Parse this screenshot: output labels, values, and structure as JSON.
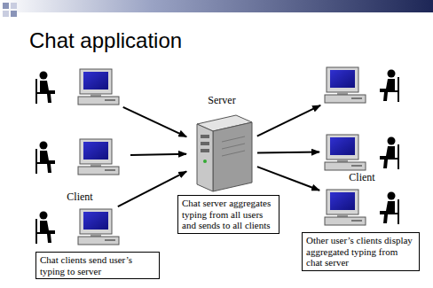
{
  "diagram": {
    "title": "Chat application",
    "nodes": [
      {
        "text": []
      },
      {
        "text": []
      },
      {
        "text": [
          "Client"
        ]
      },
      {
        "text": [
          "Server"
        ]
      },
      {
        "text": []
      },
      {
        "text": []
      },
      {
        "text": [
          "Client"
        ]
      },
      {
        "text": [
          "Chat clients send user’s typing to server"
        ]
      },
      {
        "text": [
          "Chat server aggregates typing from all users and sends to all clients"
        ]
      },
      {
        "text": [
          "Other user’s clients display aggregated typing from chat server"
        ]
      }
    ],
    "edges": [
      {
        "from": 0,
        "to": 3,
        "arrow": "to"
      },
      {
        "from": 1,
        "to": 3,
        "arrow": "to"
      },
      {
        "from": 2,
        "to": 3,
        "arrow": "to"
      },
      {
        "from": 3,
        "to": 4,
        "arrow": "to"
      },
      {
        "from": 3,
        "to": 5,
        "arrow": "to"
      },
      {
        "from": 3,
        "to": 6,
        "arrow": "to"
      }
    ]
  }
}
